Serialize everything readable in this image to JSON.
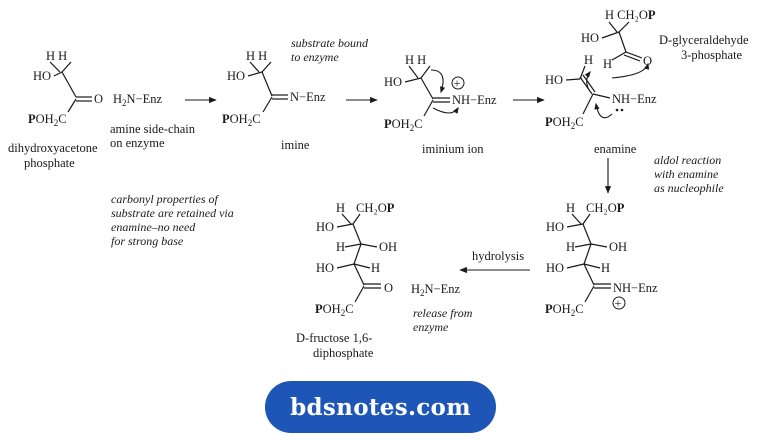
{
  "molecules": {
    "dhap": {
      "h_top": "H   H",
      "ho": "HO",
      "o": "O",
      "poh2c": [
        "P",
        "OH",
        "2",
        "C"
      ],
      "name_line1": "dihydroxyacetone",
      "name_line2": "phosphate"
    },
    "amine": {
      "h2n": [
        "H",
        "2",
        "N−Enz"
      ]
    },
    "imine": {
      "h_top": "H   H",
      "ho": "HO",
      "n_enz": "N−Enz",
      "poh2c": [
        "P",
        "OH",
        "2",
        "C"
      ],
      "name": "imine"
    },
    "iminium": {
      "h_top": "H   H",
      "ho": "HO",
      "nh_enz": "NH−Enz",
      "plus": "+",
      "poh2c": [
        "P",
        "OH",
        "2",
        "C"
      ],
      "name": "iminium ion"
    },
    "enamine": {
      "ho": "HO",
      "h": "H",
      "nh_enz": "NH−Enz",
      "poh2c": [
        "P",
        "OH",
        "2",
        "C"
      ],
      "name": "enamine"
    },
    "g3p": {
      "h_top": "H   CH₂O",
      "p": "P",
      "ho": "HO",
      "h": "H",
      "o": "O",
      "name_line1": "D-glyceraldehyde",
      "name_line2": "3-phosphate"
    },
    "adduct": {
      "row1_h": "H",
      "row1_ch2o": "CH₂O",
      "p": "P",
      "ho1": "HO",
      "h2": "H",
      "oh2": "OH",
      "ho3": "HO",
      "h3": "H",
      "nh_enz": "NH−Enz",
      "plus": "+",
      "poh2c": [
        "P",
        "OH",
        "2",
        "C"
      ]
    },
    "product": {
      "row1_h": "H",
      "row1_ch2o": "CH₂O",
      "p": "P",
      "ho1": "HO",
      "h2": "H",
      "oh2": "OH",
      "ho3": "HO",
      "h3": "H",
      "o": "O",
      "poh2c": [
        "P",
        "OH",
        "2",
        "C"
      ],
      "name_line1": "D-fructose 1,6-",
      "name_line2": "diphosphate"
    },
    "released_amine": {
      "h2n": [
        "H",
        "2",
        "N−Enz"
      ]
    }
  },
  "annotations": {
    "amine_side_chain": [
      "amine side-chain",
      "on enzyme"
    ],
    "substrate_bound": [
      "substrate bound",
      "to enzyme"
    ],
    "aldol_reaction": [
      "aldol reaction",
      "with enamine",
      "as nucleophile"
    ],
    "carbonyl_note": [
      "carbonyl properties of",
      "substrate are retained via",
      "enamine–no need",
      "for strong base"
    ],
    "hydrolysis": "hydrolysis",
    "release": [
      "release from",
      "enzyme"
    ]
  },
  "brand": {
    "label": "bdsnotes.com",
    "color": "#1e56b8",
    "text_color": "#ffffff"
  }
}
